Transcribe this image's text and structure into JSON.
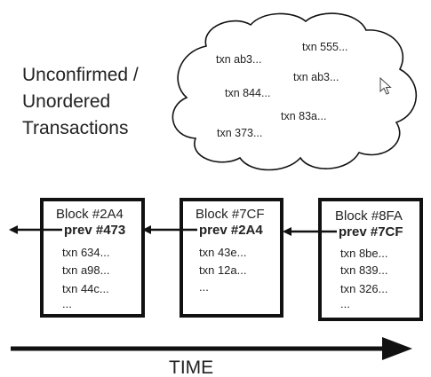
{
  "unconfirmed_label": [
    "Unconfirmed /",
    "Unordered",
    "Transactions"
  ],
  "cloud_transactions": [
    "txn 555...",
    "txn ab3...",
    "txn ab3...",
    "txn 844...",
    "txn 83a...",
    "txn 373..."
  ],
  "blocks": [
    {
      "title": "Block #2A4",
      "prev": "prev #473",
      "txns": [
        "txn 634...",
        "txn a98...",
        "txn 44c...",
        "..."
      ]
    },
    {
      "title": "Block #7CF",
      "prev": "prev #2A4",
      "txns": [
        "txn 43e...",
        "txn 12a...",
        "..."
      ]
    },
    {
      "title": "Block #8FA",
      "prev": "prev #7CF",
      "txns": [
        "txn 8be...",
        "txn 839...",
        "txn 326...",
        "..."
      ]
    }
  ],
  "time_label": "TIME",
  "colors": {
    "stroke": "#111111",
    "text": "#222222",
    "background": "#ffffff"
  }
}
